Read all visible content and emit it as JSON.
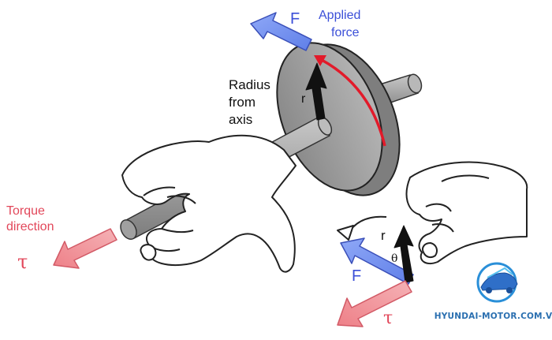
{
  "labels": {
    "force_top": "F",
    "applied_line1": "Applied",
    "applied_line2": "force",
    "radius_line1": "Radius",
    "radius_line2": "from",
    "radius_line3": "axis",
    "r_top": "r",
    "torque_line1": "Torque",
    "torque_line2": "direction",
    "tau_left": "τ",
    "r_small": "r",
    "theta": "θ",
    "force_small": "F",
    "tau_small": "τ"
  },
  "watermark": {
    "text": "HYUNDAI-MOTOR.COM.VN"
  },
  "colors": {
    "force_blue": "#6f8ff0",
    "force_label": "#3b4fd8",
    "torque_red": "#ef8f96",
    "torque_label": "#e2475a",
    "path_red": "#e21a2a",
    "disk_gray": "#9b9b9b",
    "axle_gray": "#a8a8a8",
    "ink": "#111111"
  }
}
